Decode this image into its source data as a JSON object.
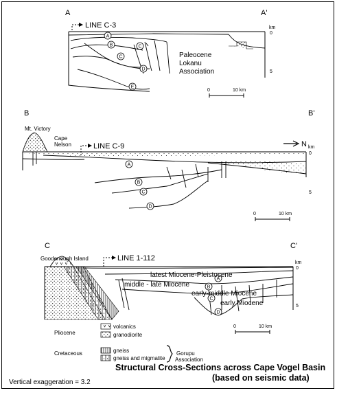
{
  "sections": {
    "a": {
      "start_label": "A",
      "end_label": "A'",
      "line_label": "LINE C-3",
      "horizons": [
        "A",
        "B",
        "C",
        "D",
        "E"
      ],
      "unit_label_lines": [
        "Paleocene",
        "Lokanu",
        "Association"
      ],
      "depth_axis": {
        "unit": "km",
        "top": "0",
        "bottom": "5"
      },
      "scale": {
        "start": "0",
        "end": "10 km"
      }
    },
    "b": {
      "start_label": "B",
      "end_label": "B'",
      "place1": "Mt. Victory",
      "place2_lines": [
        "Cape",
        "Nelson"
      ],
      "line_label": "LINE C-9",
      "north": "N",
      "horizons": [
        "A",
        "B",
        "C",
        "D"
      ],
      "depth_axis": {
        "unit": "km",
        "top": "0",
        "bottom": "5"
      },
      "scale": {
        "start": "0",
        "end": "10 km"
      }
    },
    "c": {
      "start_label": "C",
      "end_label": "C'",
      "place1": "Goodenough Island",
      "line_label": "LINE 1-112",
      "units": [
        "latest Miocene-Pleistocene",
        "middle - late Miocene",
        "early-middle Miocene",
        "early Miocene"
      ],
      "horizons": [
        "A",
        "B",
        "C",
        "D"
      ],
      "depth_axis": {
        "unit": "km",
        "top": "0",
        "bottom": "5"
      },
      "scale": {
        "start": "0",
        "end": "10 km"
      }
    }
  },
  "legend": {
    "pliocene": "Pliocene",
    "cretaceous": "Cretaceous",
    "volcanics": "volcanics",
    "granodiorite": "granodiorite",
    "gneiss": "gneiss",
    "gneiss_migmatite": "gneiss and migmatite",
    "association_lines": [
      "Gorupu",
      "Association"
    ]
  },
  "title_lines": [
    "Structural Cross-Sections across Cape Vogel Basin",
    "(based on seismic data)"
  ],
  "footnote": "Vertical exaggeration = 3.2"
}
